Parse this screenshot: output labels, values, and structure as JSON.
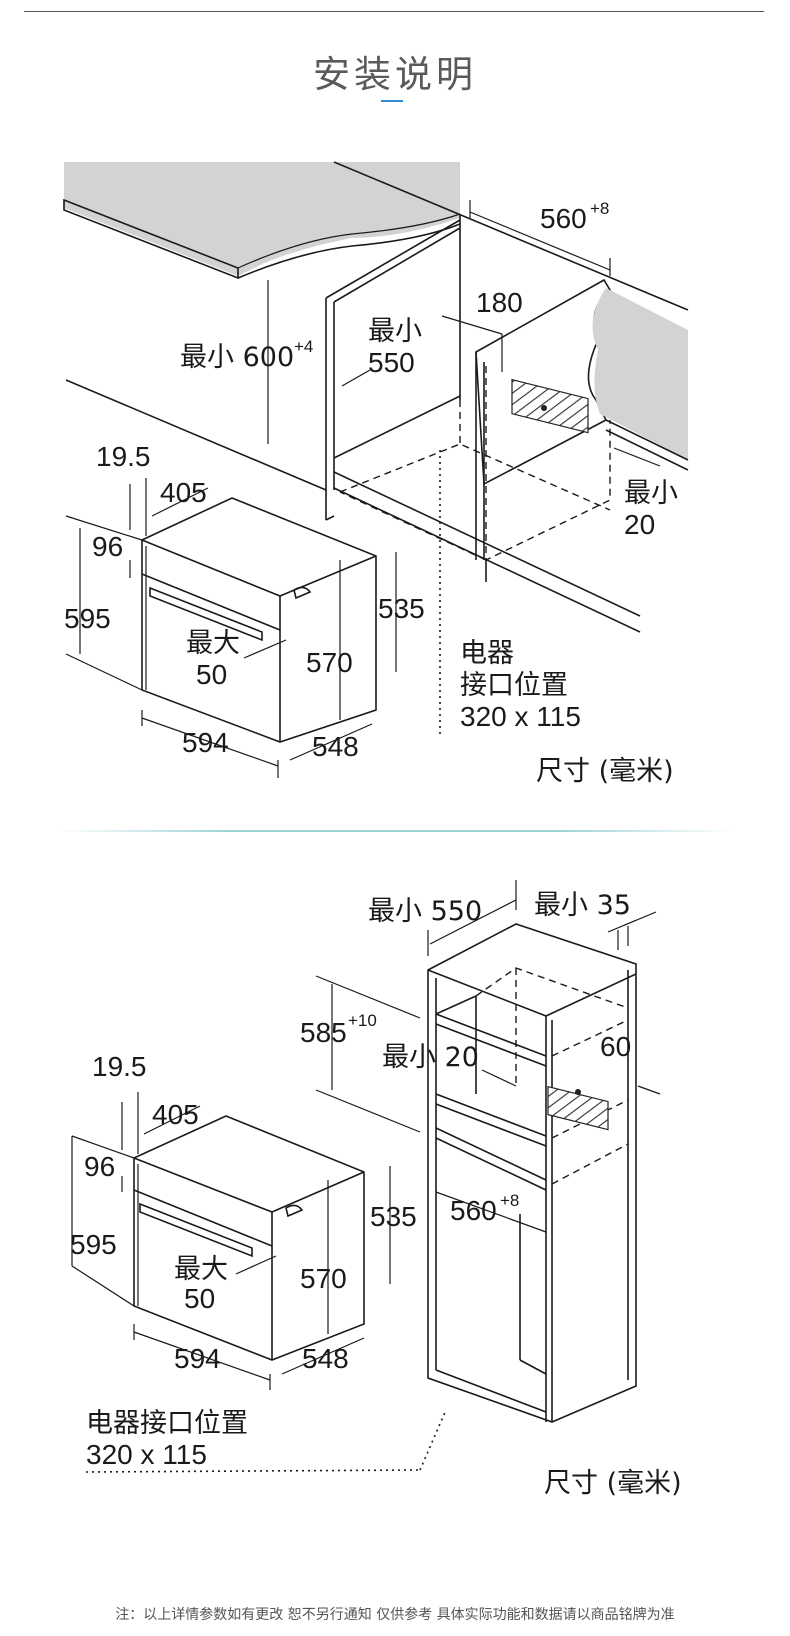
{
  "page_title": "安装说明",
  "top_diagram": {
    "label_width": "560",
    "label_width_tol": "+8",
    "label_clearance": "180",
    "label_min_depth": "最小",
    "label_min_depth_value": "550",
    "label_min_height": "最小 600",
    "label_min_height_tol": "+4",
    "label_offset": "19.5",
    "label_depth_405": "405",
    "label_96": "96",
    "label_595": "595",
    "label_max": "最大",
    "label_max_value": "50",
    "label_570": "570",
    "label_535": "535",
    "label_594": "594",
    "label_548": "548",
    "label_min_gap": "最小",
    "label_min_gap_value": "20",
    "socket_line1": "电器",
    "socket_line2": "接口位置",
    "socket_line3": "320 x 115",
    "units": "尺寸 (毫米)"
  },
  "bottom_diagram": {
    "label_min_depth": "最小 550",
    "label_min_gap_top": "最小 35",
    "label_height": "585",
    "label_height_tol": "+10",
    "label_min_20": "最小 20",
    "label_60": "60",
    "label_offset": "19.5",
    "label_depth_405": "405",
    "label_96": "96",
    "label_595": "595",
    "label_max": "最大",
    "label_max_value": "50",
    "label_570": "570",
    "label_535": "535",
    "label_width": "560",
    "label_width_tol": "+8",
    "label_594": "594",
    "label_548": "548",
    "socket_line1": "电器接口位置",
    "socket_line2": "320 x 115",
    "units": "尺寸 (毫米)"
  },
  "footnote": "注：以上详情参数如有更改 恕不另行通知 仅供参考 具体实际功能和数据请以商品铭牌为准"
}
